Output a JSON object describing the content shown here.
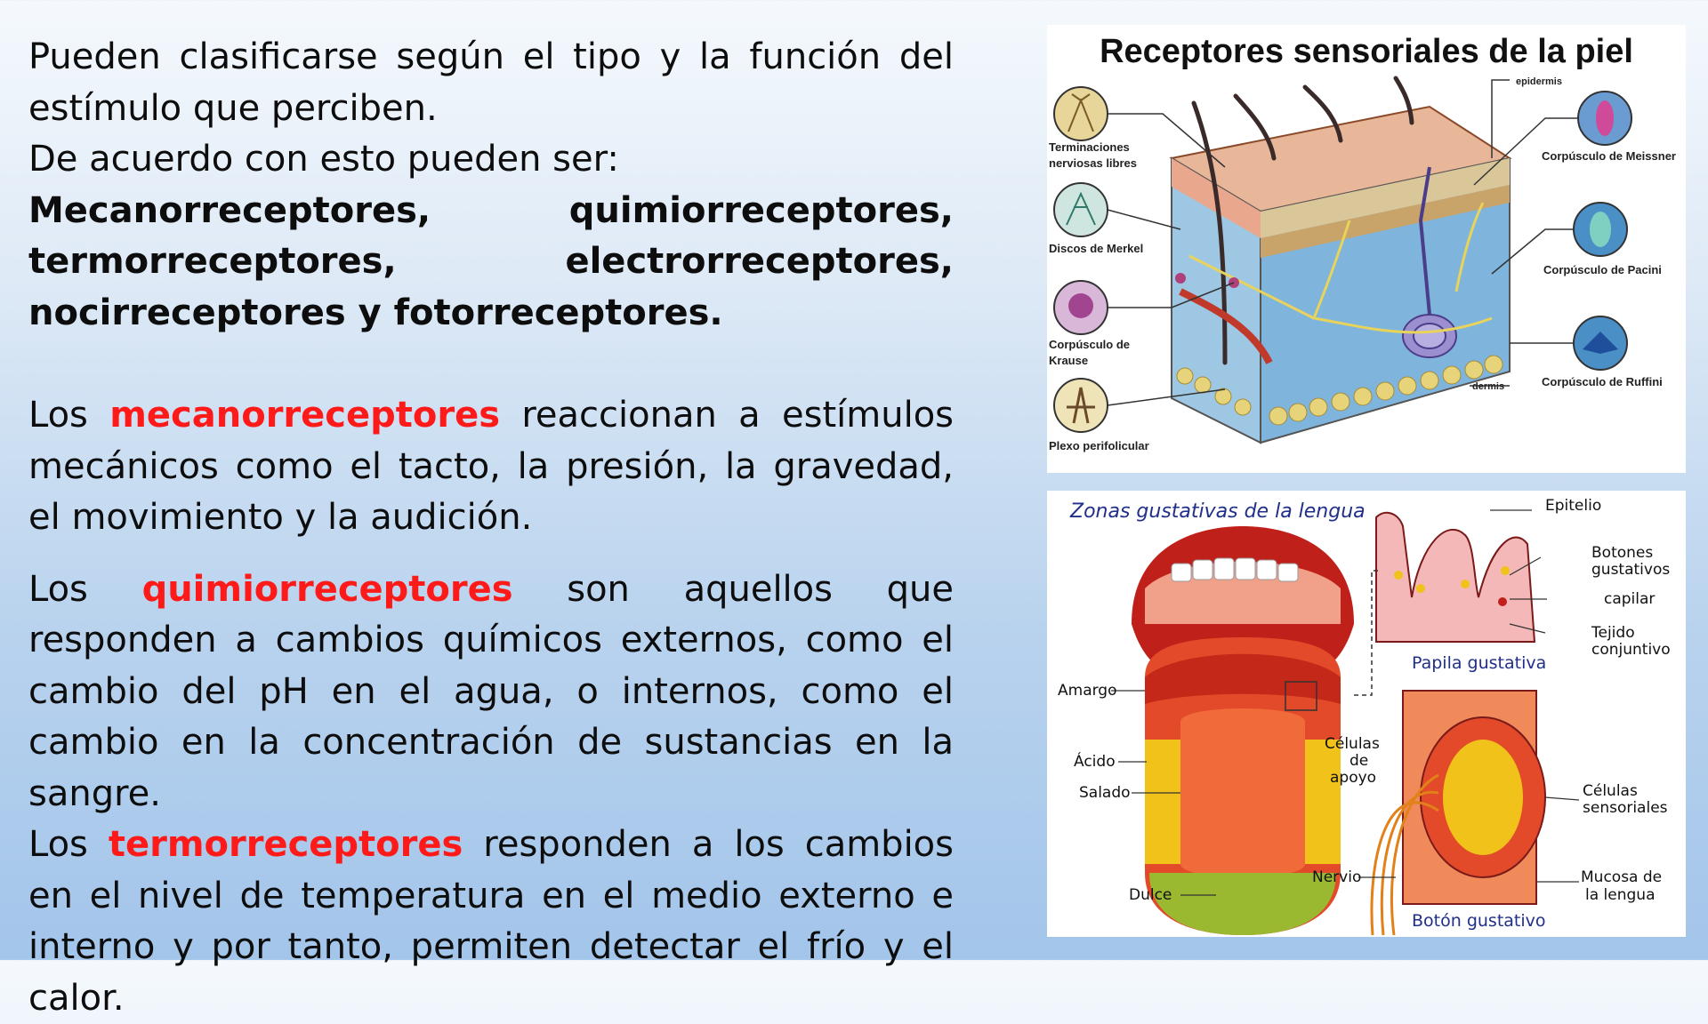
{
  "intro": {
    "line1": "Pueden clasificarse según el tipo y la función del estímulo que perciben.",
    "line2": "De acuerdo con esto pueden ser:",
    "types": "Mecanorreceptores, quimiorreceptores, termorreceptores, electrorreceptores, nocirreceptores y fotorreceptores."
  },
  "mechano": {
    "pre": "Los ",
    "term": "mecanorreceptores",
    "post": " reaccionan a estímulos mecánicos como el tacto, la presión, la gravedad, el movimiento y la audición."
  },
  "chemo": {
    "pre": "Los ",
    "term": "quimiorreceptores",
    "post": " son aquellos que responden a cambios químicos externos, como el cambio del pH en el agua, o internos, como el cambio en la concentración de sustancias en la sangre."
  },
  "thermo": {
    "pre": "Los ",
    "term": "termorreceptores",
    "post": " responden a los cambios en el nivel de temperatura en el medio externo e interno y por tanto, permiten detectar el frío y el calor."
  },
  "skin_diagram": {
    "title": "Receptores sensoriales de la piel",
    "labels": {
      "epidermis": "epidermis",
      "dermis": "dermis",
      "free_endings_1": "Terminaciones",
      "free_endings_2": "nerviosas libres",
      "merkel": "Discos de Merkel",
      "krause_1": "Corpúsculo de",
      "krause_2": "Krause",
      "plexus": "Plexo perifolicular",
      "meissner": "Corpúsculo de Meissner",
      "pacini": "Corpúsculo de Pacini",
      "ruffini": "Corpúsculo de Ruffini"
    }
  },
  "tongue_diagram": {
    "title": "Zonas gustativas de la lengua",
    "labels": {
      "epitelio": "Epitelio",
      "botones_1": "Botones",
      "botones_2": "gustativos",
      "capilar": "capilar",
      "tejido_1": "Tejido",
      "tejido_2": "conjuntivo",
      "papila": "Papila gustativa",
      "amargo": "Amargo",
      "acido": "Ácido",
      "salado": "Salado",
      "dulce": "Dulce",
      "celulas_apoyo_1": "Células",
      "celulas_apoyo_2": "de",
      "celulas_apoyo_3": "apoyo",
      "celulas_sens_1": "Células",
      "celulas_sens_2": "sensoriales",
      "nervio": "Nervio",
      "mucosa_1": "Mucosa de",
      "mucosa_2": "la lengua",
      "boton": "Botón gustativo"
    }
  },
  "colors": {
    "accent_red": "#ff1a1a",
    "title_blue": "#1f2f8a"
  }
}
